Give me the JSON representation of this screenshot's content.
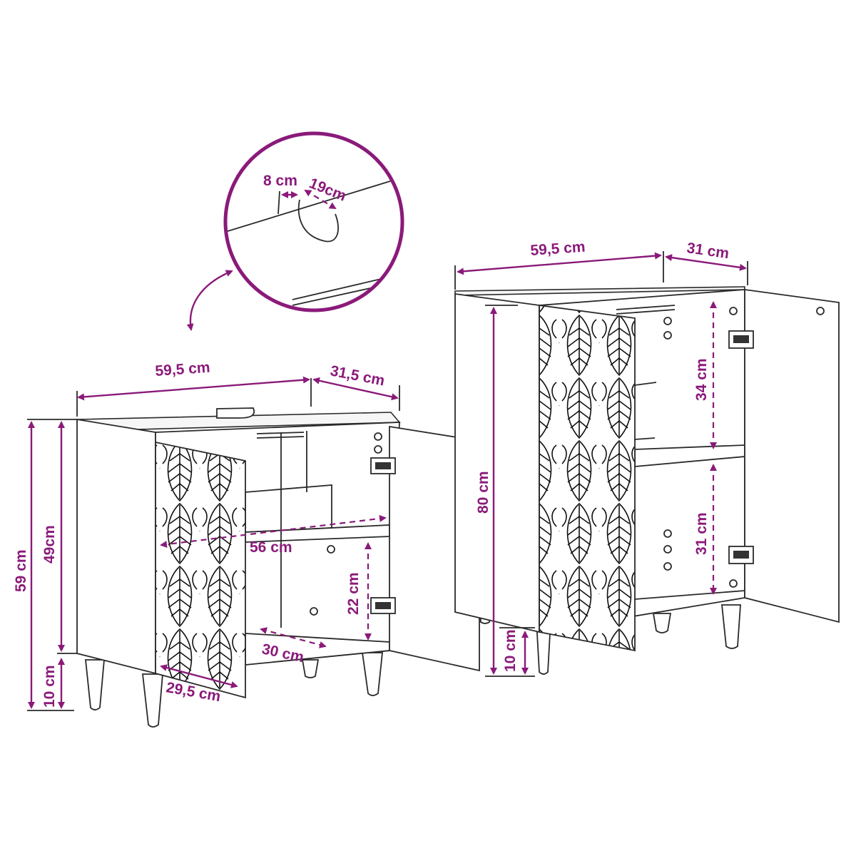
{
  "theme": {
    "accent": "#8a1a7a",
    "ink": "#2a2a2a",
    "background": "#ffffff"
  },
  "detail": {
    "notch_width": "8 cm",
    "notch_depth": "19cm"
  },
  "sink_cabinet": {
    "width": "59,5 cm",
    "depth": "31,5 cm",
    "total_height": "59 cm",
    "body_height": "49cm",
    "leg_height": "10 cm",
    "inner_width": "56 cm",
    "inner_depth_bottom": "30 cm",
    "shelf_gap": "22 cm",
    "door_inner": "29,5 cm"
  },
  "tall_cabinet": {
    "width": "59,5 cm",
    "depth": "31 cm",
    "total_height": "80 cm",
    "upper_compartment": "34 cm",
    "lower_compartment": "31 cm",
    "leg_height": "10 cm"
  },
  "icons": [
    "zoom-detail-circle",
    "curved-double-arrow",
    "hinge-icon",
    "leaf-pattern"
  ]
}
